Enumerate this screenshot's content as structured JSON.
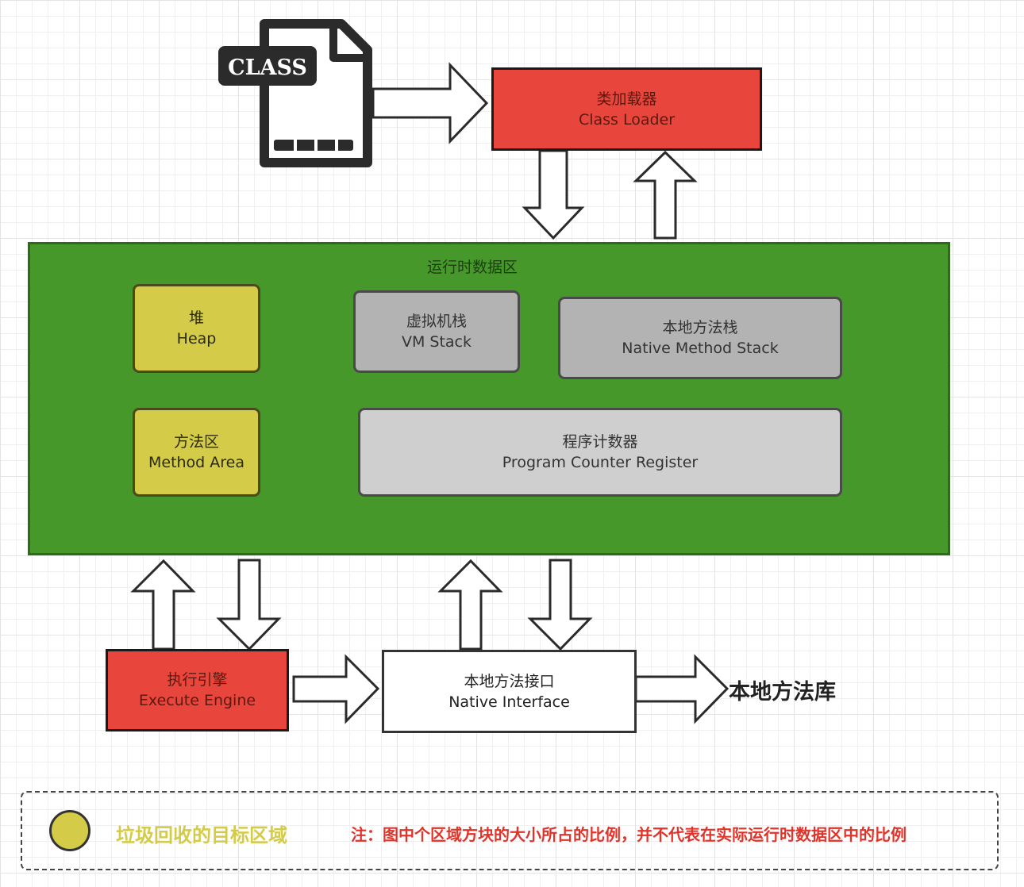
{
  "class_file": {
    "label": "CLASS"
  },
  "class_loader": {
    "zh": "类加载器",
    "en": "Class Loader"
  },
  "runtime": {
    "title": "运行时数据区",
    "heap": {
      "zh": "堆",
      "en": "Heap"
    },
    "vm_stack": {
      "zh": "虚拟机栈",
      "en": "VM Stack"
    },
    "native_method_stack": {
      "zh": "本地方法栈",
      "en": "Native Method Stack"
    },
    "method_area": {
      "zh": "方法区",
      "en": "Method Area"
    },
    "program_counter": {
      "zh": "程序计数器",
      "en": "Program Counter Register"
    }
  },
  "execute_engine": {
    "zh": "执行引擎",
    "en": "Execute Engine"
  },
  "native_interface": {
    "zh": "本地方法接口",
    "en": "Native Interface"
  },
  "native_library": "本地方法库",
  "legend": {
    "gc_label": "垃圾回收的目标区域",
    "note": "注：图中个区域方块的大小所占的比例，并不代表在实际运行时数据区中的比例"
  },
  "colors": {
    "loader_red": "#e8453c",
    "runtime_green": "#47982b",
    "gc_yellow": "#d4cc48",
    "stack_gray": "#b3b3b3",
    "note_red": "#e0342a"
  }
}
